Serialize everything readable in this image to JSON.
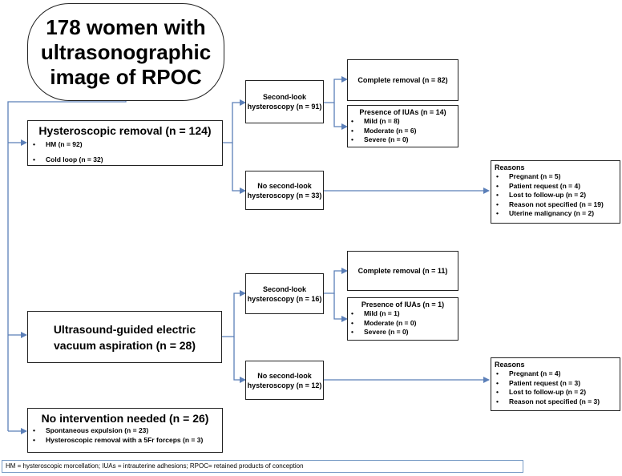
{
  "root": {
    "title": "178 women with ultrasonographic image of RPOC"
  },
  "hysteroscopic": {
    "title": "Hysteroscopic removal (n = 124)",
    "items": [
      "HM (n = 92)",
      "Cold loop (n = 32)"
    ],
    "second_look": "Second-look hysteroscopy (n = 91)",
    "complete_removal": "Complete removal (n = 82)",
    "iuas_title": "Presence of IUAs (n = 14)",
    "iuas": [
      "Mild (n = 8)",
      "Moderate (n = 6)",
      "Severe (n = 0)"
    ],
    "no_second_look": "No second-look hysteroscopy (n = 33)",
    "reasons_title": "Reasons",
    "reasons": [
      "Pregnant (n = 5)",
      "Patient request (n = 4)",
      "Lost to follow-up (n = 2)",
      "Reason not specified (n = 19)",
      "Uterine malignancy (n = 2)"
    ]
  },
  "vacuum": {
    "title": "Ultrasound-guided electric vacuum aspiration (n = 28)",
    "second_look": "Second-look hysteroscopy (n = 16)",
    "complete_removal": "Complete removal (n = 11)",
    "iuas_title": "Presence of IUAs (n = 1)",
    "iuas": [
      "Mild (n = 1)",
      "Moderate (n = 0)",
      "Severe (n = 0)"
    ],
    "no_second_look": "No second-look hysteroscopy (n = 12)",
    "reasons_title": "Reasons",
    "reasons": [
      "Pregnant (n = 4)",
      "Patient request (n = 3)",
      "Lost to follow-up (n = 2)",
      "Reason not specified (n = 3)"
    ]
  },
  "no_intervention": {
    "title": "No intervention needed (n = 26)",
    "items": [
      "Spontaneous expulsion (n = 23)",
      "Hysteroscopic removal with a 5Fr forceps (n = 3)"
    ]
  },
  "footer": "HM = hysteroscopic morcellation; IUAs = intrauterine adhesions; RPOC= retained products of conception",
  "colors": {
    "connector": "#5b7fb8",
    "border": "#222222"
  }
}
